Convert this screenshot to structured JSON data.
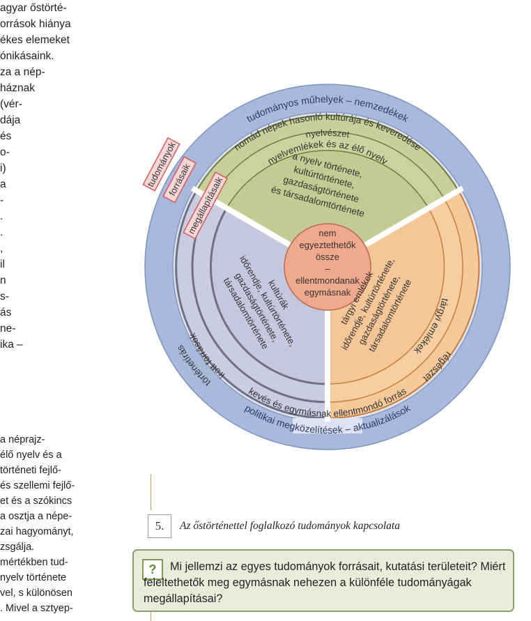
{
  "left_text_top": [
    "agyar őstörté-",
    "orrások hiánya",
    "ékes elemeket",
    "ónikásaink.",
    "za a nép-",
    "háznak",
    "(vér-",
    "dája",
    "és",
    "o-",
    "i)",
    "a",
    "-",
    ".",
    ".",
    ",",
    "il",
    "n",
    "s-",
    "ás",
    "ne-",
    "ika –"
  ],
  "left_text_bottom": [
    "a néprajz-",
    "élő nyelv és a",
    "történeti fejlő-",
    "és szellemi fejlő-",
    "et és a szókincs",
    "a osztja a népe-",
    "zai hagyományt,",
    "zsgálja.",
    "mértékben tud-",
    "nyelv története",
    "vel, s különösen",
    ". Mivel a sztyep-"
  ],
  "diagram": {
    "ring_outer": "tudományos műhelyek – nemzedékek",
    "ring_outer_bottom": "politikai megközelítések – aktualizálások",
    "ring_second": "nomád népek hasonló kultúrája és keveredése",
    "ring_second_bottom": "kevés és egymásnak ellentmondó forrás",
    "green_outer": "nyelvészet",
    "green_middle": "nyelvemlékek és az élő nyelv",
    "green_inner": [
      "a nyelv története,",
      "kultúrtörténete,",
      "gazdaságtörténete",
      "és társadalomtörténete"
    ],
    "tags": [
      "tudományok",
      "forrásaik",
      "megállapításaik"
    ],
    "center": [
      "nem",
      "egyeztethetők",
      "össze",
      "–",
      "ellentmondanak",
      "egymásnak"
    ],
    "blue_outer": "történetírás",
    "blue_middle": "írott források",
    "blue_inner": [
      "kultúrák",
      "időrendje, kultúrtörténete,",
      "gazdaságtörténete,",
      "társadalomtörténete"
    ],
    "orange_outer": "régészet",
    "orange_middle": "tárgyi emlékek",
    "orange_inner": [
      "tárgyi emlékek",
      "időrendje, kultúrtörténete,",
      "gazdaságtörténete,",
      "társadalomtörténete"
    ],
    "colors": {
      "outer_ring": "#a9b9dc",
      "second_ring": "#dde3f0",
      "green": "#c9cf9a",
      "blue": "#c9cde2",
      "orange": "#f6c99b",
      "center": "#f0a98d",
      "divider": "#8a8d9a",
      "tag_border": "#d55a5a"
    }
  },
  "caption": {
    "number": "5.",
    "text": "Az őstörténettel foglalkozó tudományok kapcsolata"
  },
  "question": {
    "icon": "question-icon",
    "text": "Mi jellemzi az egyes tudományok forrásait, kutatási területeit? Miért feleltethetők meg egymásnak nehezen a különféle tudományágak megállapításai?"
  }
}
